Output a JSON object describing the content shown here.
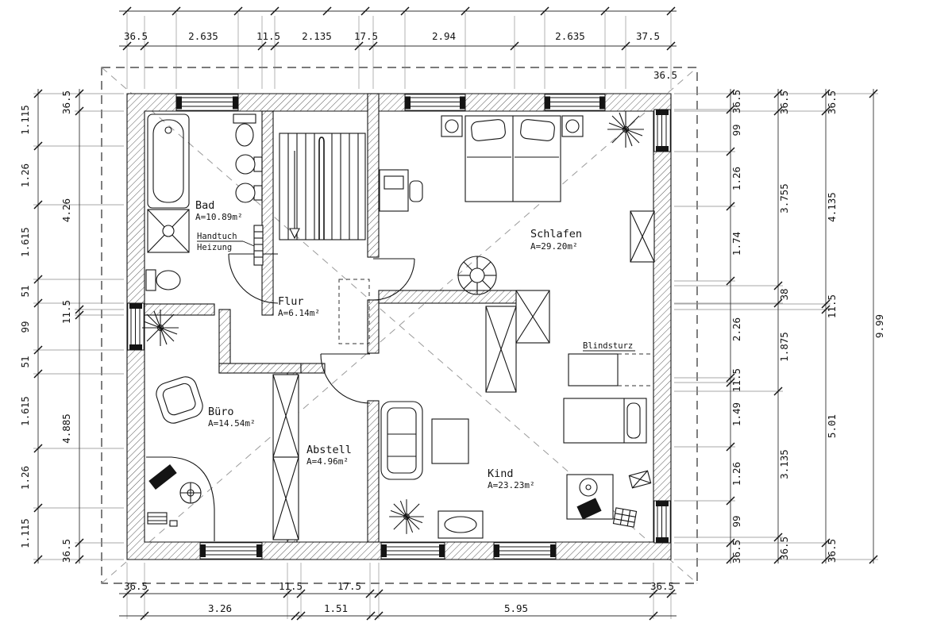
{
  "rooms": {
    "bad": {
      "name": "Bad",
      "area": "A=10.89m²"
    },
    "schlafen": {
      "name": "Schlafen",
      "area": "A=29.20m²"
    },
    "flur": {
      "name": "Flur",
      "area": "A=6.14m²"
    },
    "buero": {
      "name": "Büro",
      "area": "A=14.54m²"
    },
    "abstell": {
      "name": "Abstell",
      "area": "A=4.96m²"
    },
    "kind": {
      "name": "Kind",
      "area": "A=23.23m²"
    }
  },
  "annotations": {
    "handtuch1": "Handtuch",
    "handtuch2": "Heizung",
    "blindsturz": "Blindsturz"
  },
  "dims": {
    "top": [
      "36.5",
      "2.635",
      "11.5",
      "2.135",
      "17.5",
      "2.94",
      "2.635",
      "37.5"
    ],
    "top_right_wall": "36.5",
    "left_outer": [
      "1.115",
      "1.26",
      "1.615",
      "51",
      "99",
      "51",
      "1.615",
      "1.26",
      "1.115"
    ],
    "left_inner": [
      "36.5",
      "4.26",
      "11.5",
      "4.885",
      "36.5"
    ],
    "right_inner": [
      "36.5",
      "99",
      "1.26",
      "1.74",
      "2.26",
      "11.5",
      "1.49",
      "1.26",
      "99",
      "36.5"
    ],
    "right_mid": [
      "36.5",
      "3.755",
      "38",
      "1.875",
      "3.135",
      "36.5"
    ],
    "right_outer": [
      "36.5",
      "4.135",
      "11.5",
      "5.01",
      "36.5"
    ],
    "right_total": "9.99",
    "bottom_walls": [
      "36.5",
      "11.5",
      "17.5",
      "36.5"
    ],
    "bottom_rooms": [
      "3.26",
      "1.51",
      "5.95"
    ]
  }
}
